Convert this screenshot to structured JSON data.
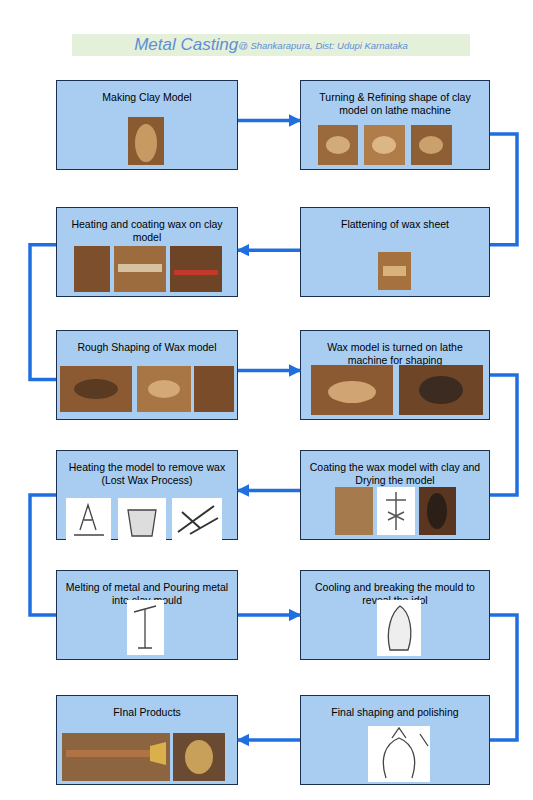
{
  "diagram": {
    "title": "Metal Casting",
    "nodes": [
      {
        "text": [
          "Making Clay Model"
        ]
      },
      {
        "text": [
          "Turning & Refining shape of clay model on lathe machine"
        ]
      },
      {
        "text": [
          "Flattening of wax sheet"
        ]
      },
      {
        "text": [
          "Heating and coating wax on clay model"
        ]
      },
      {
        "text": [
          "Rough Shaping of Wax model"
        ]
      },
      {
        "text": [
          "Wax model is turned on lathe machine for shaping"
        ]
      },
      {
        "text": [
          "Coating the wax model with clay and Drying the model"
        ]
      },
      {
        "text": [
          "Heating the model to remove wax (Lost Wax Process)"
        ]
      },
      {
        "text": [
          "Melting of metal and Pouring metal into clay mould"
        ]
      },
      {
        "text": [
          "Cooling and breaking the mould to reveal the idol"
        ]
      },
      {
        "text": [
          "Final shaping and polishing"
        ]
      },
      {
        "text": [
          "FInal Products"
        ]
      }
    ],
    "edges": [
      {
        "from": 0,
        "to": 1,
        "arrow": "to"
      },
      {
        "from": 1,
        "to": 2,
        "arrow": "none"
      },
      {
        "from": 2,
        "to": 3,
        "arrow": "to"
      },
      {
        "from": 3,
        "to": 4,
        "arrow": "none"
      },
      {
        "from": 4,
        "to": 5,
        "arrow": "to"
      },
      {
        "from": 5,
        "to": 6,
        "arrow": "none"
      },
      {
        "from": 6,
        "to": 7,
        "arrow": "to"
      },
      {
        "from": 7,
        "to": 8,
        "arrow": "none"
      },
      {
        "from": 8,
        "to": 9,
        "arrow": "to"
      },
      {
        "from": 9,
        "to": 10,
        "arrow": "none"
      },
      {
        "from": 10,
        "to": 11,
        "arrow": "to"
      }
    ],
    "labels": [
      "@ Shankarapura, Dist: Udupi Karnataka"
    ]
  }
}
